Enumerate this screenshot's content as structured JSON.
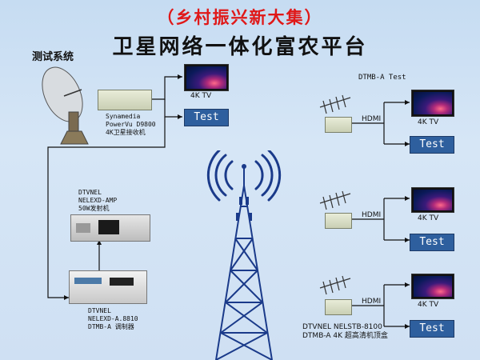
{
  "title": {
    "line1": "（乡村振兴新大集）",
    "line2": "卫星网络一体化富农平台"
  },
  "test_system": {
    "heading": "测试系统"
  },
  "receiver": {
    "line1": "Synamedia",
    "line2": "PowerVu D9800",
    "line3": "4K卫星接收机"
  },
  "transmitter": {
    "line1": "DTVNEL",
    "line2": "NELEXD-AMP",
    "line3": "50W发射机"
  },
  "modulator": {
    "line1": "DTVNEL",
    "line2": "NELEXD-A.8810",
    "line3": "DTMB-A 调制器"
  },
  "left_tv": {
    "label": "4K TV"
  },
  "left_test": {
    "label": "Test"
  },
  "dtmb": {
    "heading": "DTMB-A Test"
  },
  "rows": [
    {
      "hdmi": "HDMI",
      "tv": "4K TV",
      "test": "Test"
    },
    {
      "hdmi": "HDMI",
      "tv": "4K TV",
      "test": "Test"
    },
    {
      "hdmi": "HDMI",
      "tv": "4K TV",
      "test": "Test"
    }
  ],
  "stb": {
    "line1": "DTVNEL NELSTB-8100",
    "line2": "DTMB-A 4K 超高清机顶盒"
  },
  "colors": {
    "title_red": "#e01818",
    "test_blue": "#2e5f9e",
    "tower_blue": "#1a3a8a"
  }
}
